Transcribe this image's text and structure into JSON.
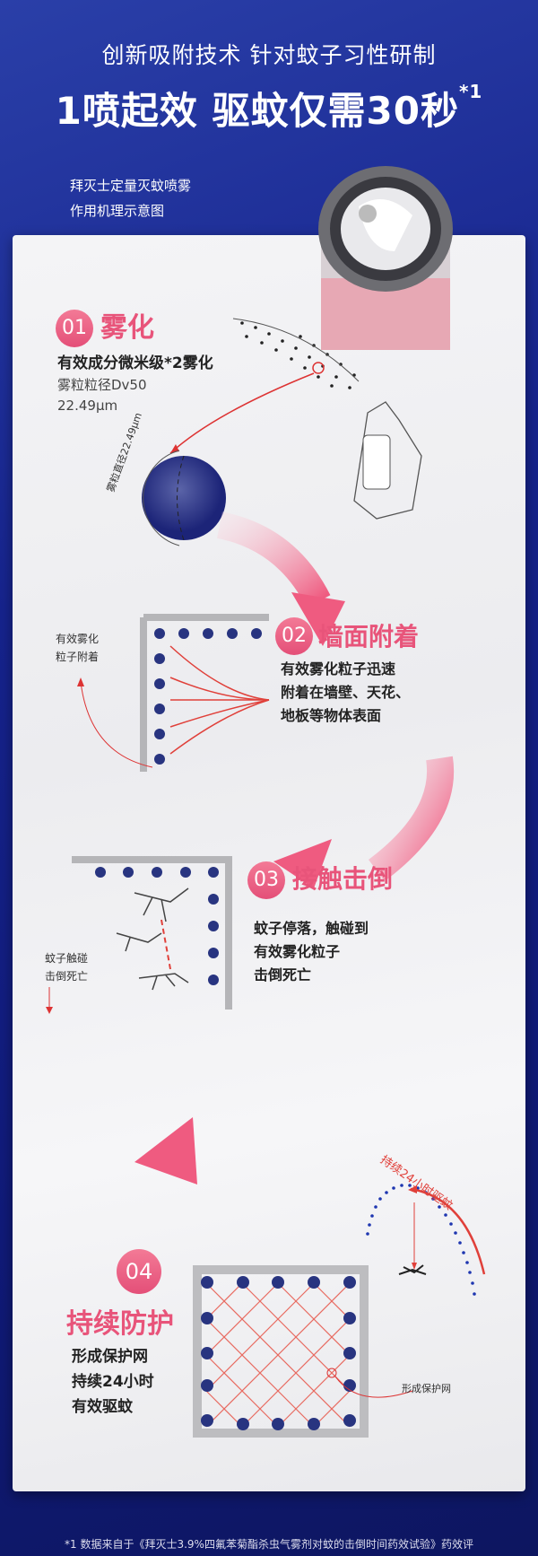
{
  "header": {
    "line1": "创新吸附技术  针对蚊子习性研制",
    "line2": "1喷起效  驱蚊仅需30秒",
    "line2_sup": "*1"
  },
  "subtitle": {
    "line1": "拜灭士定量灭蚊喷雾",
    "line2": "作用机理示意图"
  },
  "steps": [
    {
      "num": "01",
      "title": "雾化",
      "desc": "有效成分微米级*2雾化",
      "detail1": "雾粒粒径Dv50",
      "detail2": "22.49μm",
      "sphere_label": "雾粒直径22.49μm"
    },
    {
      "num": "02",
      "title": "墙面附着",
      "desc": [
        "有效雾化粒子迅速",
        "附着在墙壁、天花、",
        "地板等物体表面"
      ],
      "side_label": [
        "有效雾化",
        "粒子附着"
      ]
    },
    {
      "num": "03",
      "title": "接触击倒",
      "desc": [
        "蚊子停落，触碰到",
        "有效雾化粒子",
        "击倒死亡"
      ],
      "side_label": [
        "蚊子触碰",
        "击倒死亡"
      ]
    },
    {
      "num": "04",
      "title": "持续防护",
      "desc": [
        "形成保护网",
        "持续24小时",
        "有效驱蚊"
      ],
      "net_label": "形成保护网",
      "arc_label": "持续24小时驱蚊"
    }
  ],
  "footnote": "*1 数据来自于《拜灭士3.9%四氟苯菊酯杀虫气雾剂对蚊的击倒时间药效试验》药效评",
  "colors": {
    "pink": "#e8547a",
    "navy": "#1c2a80",
    "red": "#e0403a"
  }
}
